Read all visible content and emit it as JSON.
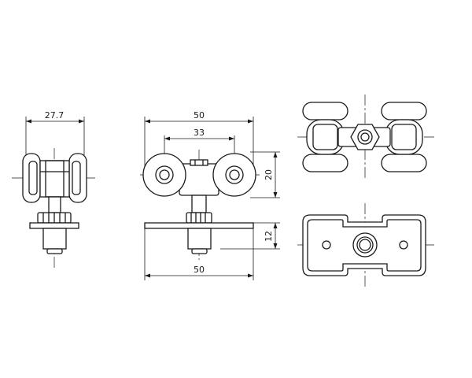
{
  "dimensions": {
    "side_width": "27.7",
    "front_top_width": "50",
    "wheel_spacing": "33",
    "wheel_height": "20",
    "stem_height": "12",
    "plate_width": "50"
  }
}
